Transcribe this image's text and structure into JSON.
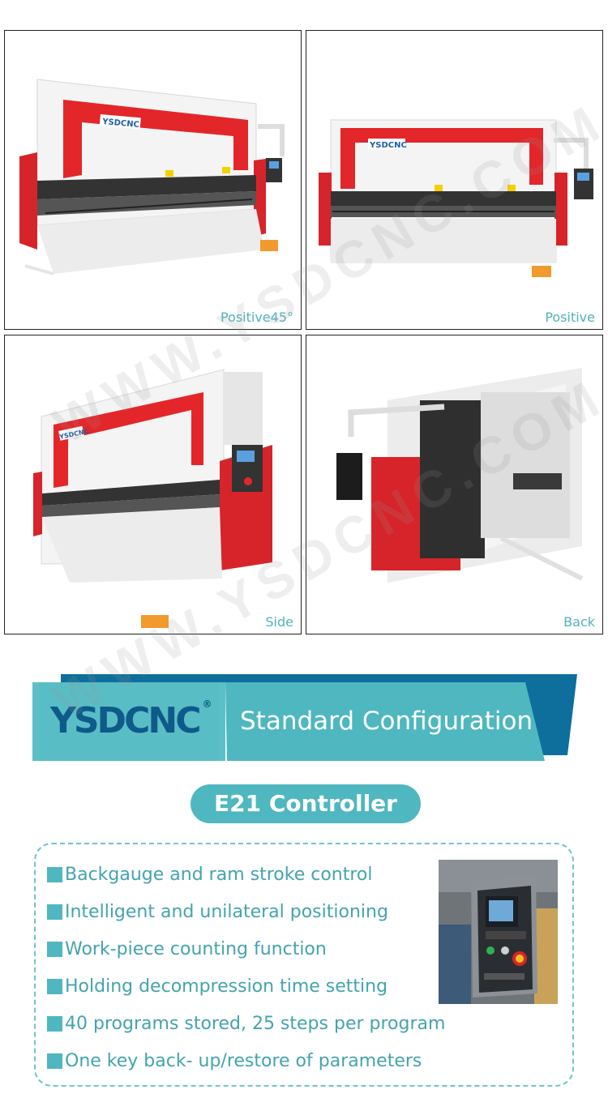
{
  "photos": [
    {
      "caption": "Positive45°"
    },
    {
      "caption": "Positive"
    },
    {
      "caption": "Side"
    },
    {
      "caption": "Back"
    }
  ],
  "machine_logo_text": "YSDCNC",
  "watermark_text": "WWW.YSDCNC.COM",
  "banner": {
    "logo": "YSDCNC",
    "registered": "®",
    "headline": "Standard Configuration"
  },
  "section_title": "E21 Controller",
  "features": [
    "Backgauge and ram stroke control",
    "Intelligent and unilateral positioning",
    "Work-piece counting function",
    "Holding decompression time setting",
    "40 programs stored, 25 steps per program",
    "One key back- up/restore of parameters"
  ],
  "colors": {
    "accent_teal": "#4fb7c0",
    "dark_blue": "#0e5a8a",
    "machine_red": "#e3262a",
    "machine_white": "#f2f2f2"
  }
}
